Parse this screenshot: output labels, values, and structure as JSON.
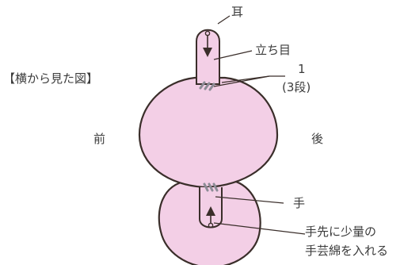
{
  "title": "【横から見た図】",
  "front_label": "前",
  "back_label": "後",
  "labels": {
    "ear": "耳",
    "stitch_mark": "立ち目",
    "row_count": "1",
    "row_note": "(3段)",
    "hand": "手",
    "stuffing_line1": "手先に少量の",
    "stuffing_line2": "手芸綿を入れる"
  },
  "colors": {
    "body_fill": "#f3cfe6",
    "outline": "#3a2e2a",
    "stitch": "#8c8c96"
  }
}
